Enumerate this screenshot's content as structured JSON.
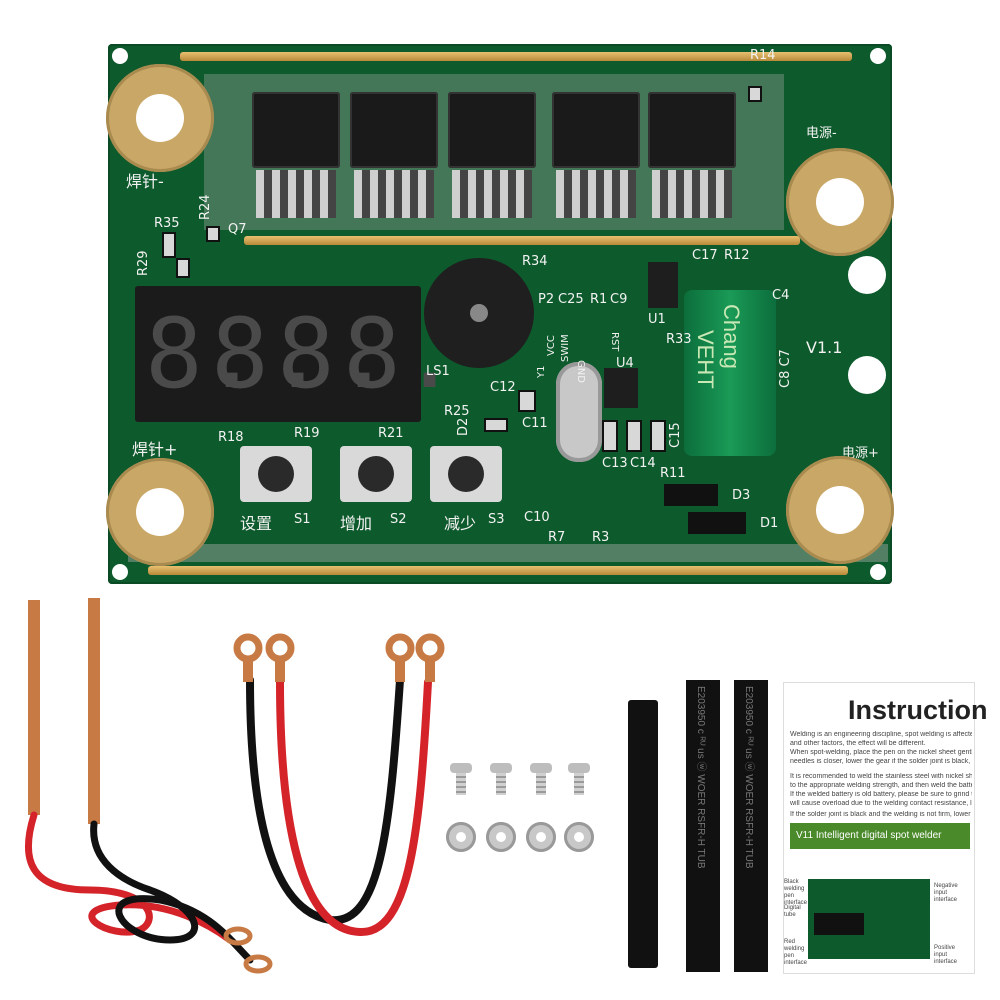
{
  "pcb": {
    "display_digits": [
      "8.",
      "8.",
      "8.",
      "8."
    ],
    "labels": {
      "weld_neg": "焊针-",
      "weld_pos": "焊针+",
      "power_neg": "电源-",
      "power_pos": "电源+",
      "version": "V1.1",
      "ls1": "LS1",
      "s1_name": "设置",
      "s1": "S1",
      "s2_name": "增加",
      "s2": "S2",
      "s3_name": "减少",
      "s3": "S3",
      "r14": "R14",
      "r24": "R24",
      "r35": "R35",
      "r29": "R29",
      "q7": "Q7",
      "r34": "R34",
      "p2": "P2",
      "c25": "C25",
      "r1": "R1",
      "c9": "C9",
      "u1": "U1",
      "c17": "C17",
      "r12": "R12",
      "c4": "C4",
      "r33": "R33",
      "c8c7": "C8 C7",
      "vcc": "VCC",
      "gnd": "GND",
      "swim": "SWIM",
      "rst": "RST",
      "y1": "Y1",
      "u4": "U4",
      "c12": "C12",
      "c11": "C11",
      "r25": "R25",
      "d2": "D2",
      "r18": "R18",
      "r19": "R19",
      "r21": "R21",
      "c13": "C13",
      "c14": "C14",
      "c15": "C15",
      "r11": "R11",
      "d3": "D3",
      "d1": "D1",
      "c10": "C10",
      "r7": "R7",
      "r3": "R3"
    },
    "capacitor_brand": "Chang",
    "capacitor_series": "VEHT"
  },
  "manual": {
    "title": "Instruction",
    "lines": [
      "Welding is an engineering discipline, spot welding is affected by pul",
      "and other factors, the effect will be different.",
      "When spot-welding, place the pen on the nickel sheet gently. Do not pr",
      "needles is closer, lower the gear if the solder joint is black, and increase",
      "It is recommended to weld the stainless steel with nickel sheet befo",
      "to the appropriate welding strength, and then weld the battery afte",
      "If the welded battery is old battery, please be sure to grind the solder join",
      "will cause overload due to the welding contact resistance, light solder join",
      "If the solder joint is black and the welding is not firm, lower th"
    ],
    "subtitle": "V11 Intelligent digital spot welder",
    "diagram_labels": {
      "black_weld": "Black welding pen interface",
      "digital_tube": "Digital tube",
      "red_weld": "Red welding pen interface",
      "neg_input": "Negative input interface",
      "pos_input": "Positive input interface"
    }
  },
  "tubes": [
    {
      "text": "E203950 c ᴿᵁ us ⓦ WOER RSFR-H TUB"
    },
    {
      "text": "E203950 c ᴿᵁ us ⓦ WOER RSFR-H TUB"
    }
  ],
  "colors": {
    "pcb": "#0d5a2c",
    "pad": "#c9a766",
    "wire_red": "#d4242a",
    "wire_black": "#111111",
    "copper": "#c87a45"
  }
}
